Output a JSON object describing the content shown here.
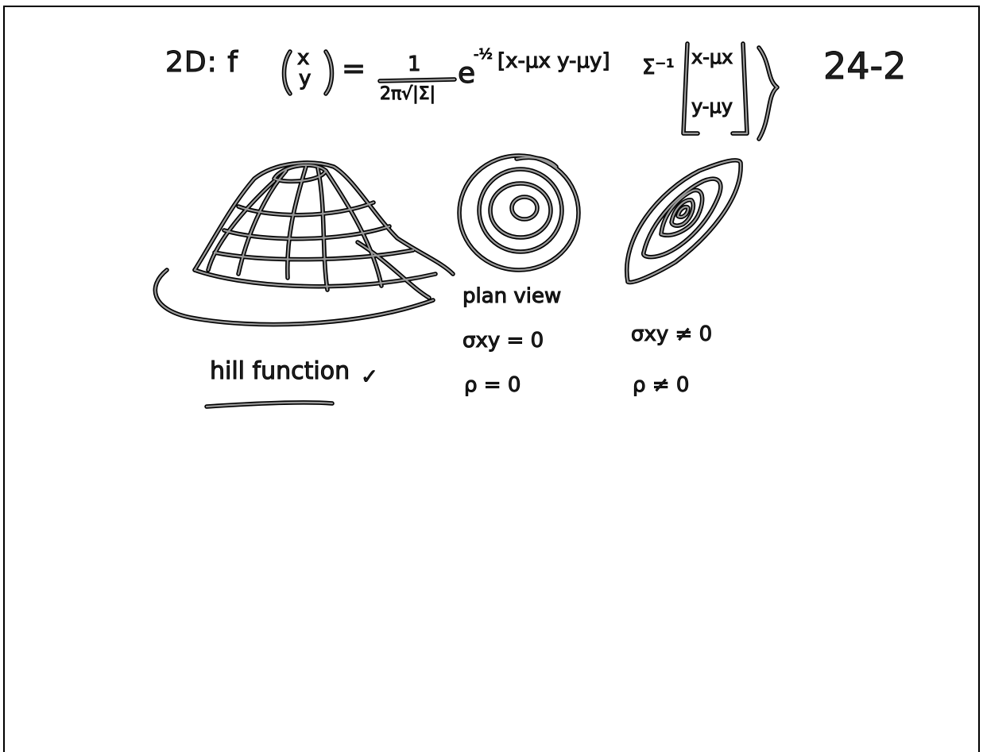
{
  "equation": {
    "prefix": "2D: f",
    "vector_x": "x",
    "vector_y": "y",
    "equals": "=",
    "frac_num": "1",
    "frac_den": "2π√|Σ|",
    "exp_base": "e",
    "exp_power": "-½",
    "row_vector": "[x-μx  y-μy]",
    "inv_sigma": "Σ⁻¹",
    "col_top": "x-μx",
    "col_bottom": "y-μy"
  },
  "page_number": "24-2",
  "labels": {
    "hill_function": "hill function",
    "check": "✓",
    "plan_view": "plan view",
    "sigma_xy_zero": "σxy = 0",
    "rho_zero": "ρ = 0",
    "sigma_xy_nonzero": "σxy ≠ 0",
    "rho_nonzero": "ρ ≠ 0"
  },
  "icons": [
    "hill-surface-sketch",
    "circular-contours-sketch",
    "elliptical-contours-sketch"
  ]
}
